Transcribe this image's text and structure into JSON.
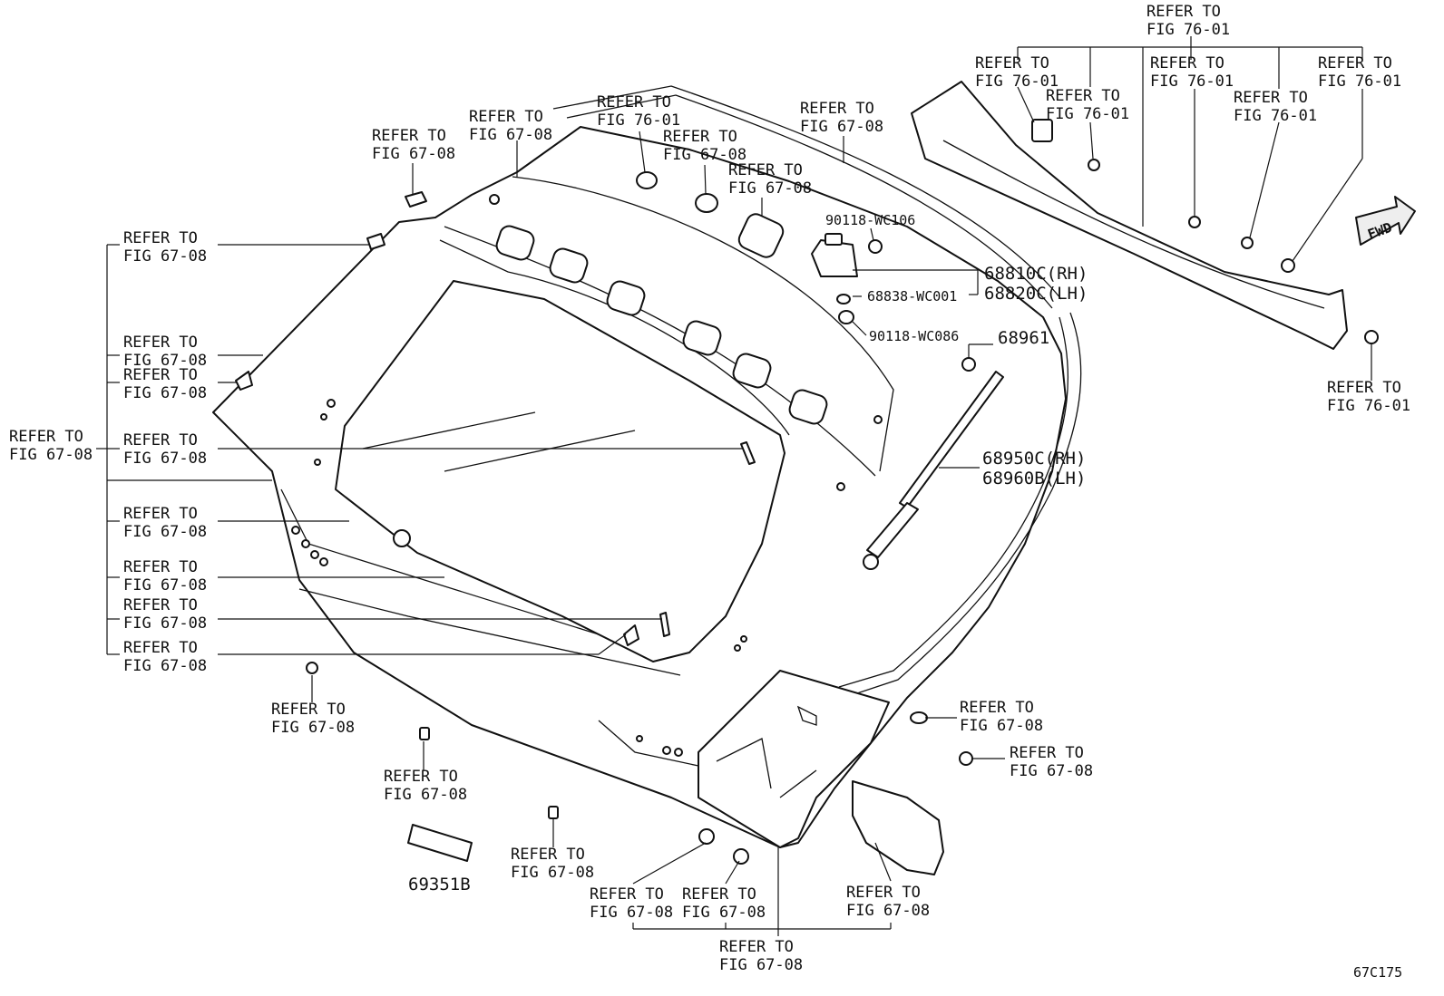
{
  "diagram_code": "67C175",
  "fwd_label": "FWD",
  "refer_to": "REFER TO",
  "fig_67_08": "FIG 67-08",
  "fig_76_01": "FIG 76-01",
  "part_numbers": {
    "hinge_rh": "68810C(RH)",
    "hinge_lh": "68820C(LH)",
    "bolt_top": "90118-WC106",
    "washer": "68838-WC001",
    "bolt_bottom": "90118-WC086",
    "stud": "68961",
    "damper_rh": "68950C(RH)",
    "damper_lh": "68960B(LH)",
    "handle": "69351B"
  }
}
